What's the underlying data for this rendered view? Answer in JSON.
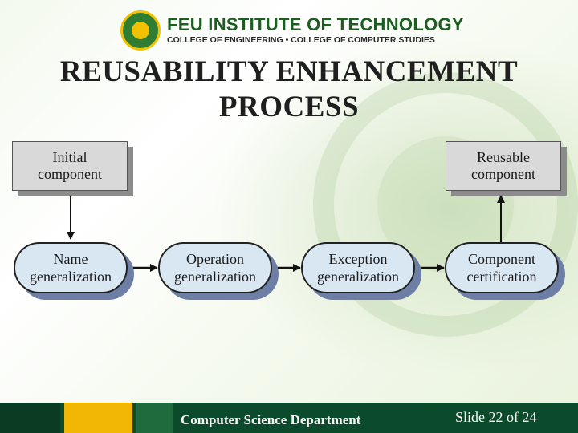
{
  "header": {
    "institution": "FEU INSTITUTE OF TECHNOLOGY",
    "colleges": "COLLEGE OF ENGINEERING • COLLEGE OF COMPUTER STUDIES"
  },
  "title": {
    "line1": "REUSABILITY ENHANCEMENT",
    "line2": "PROCESS"
  },
  "diagram": {
    "initial": [
      "Initial",
      "component"
    ],
    "reusable": [
      "Reusable",
      "component"
    ],
    "steps": [
      [
        "Name",
        "generalization"
      ],
      [
        "Operation",
        "generalization"
      ],
      [
        "Exception",
        "generalization"
      ],
      [
        "Component",
        "certification"
      ]
    ]
  },
  "footer": {
    "department": "Computer Science Department",
    "slide_label": "Slide 22 of 24"
  },
  "colors": {
    "footer_bg": "#0c4a2c",
    "footer_accent": "#f2b705",
    "oval_fill": "#d9e7f3",
    "oval_shadow": "#6e7fa6",
    "box_fill": "#d9d9d9"
  }
}
